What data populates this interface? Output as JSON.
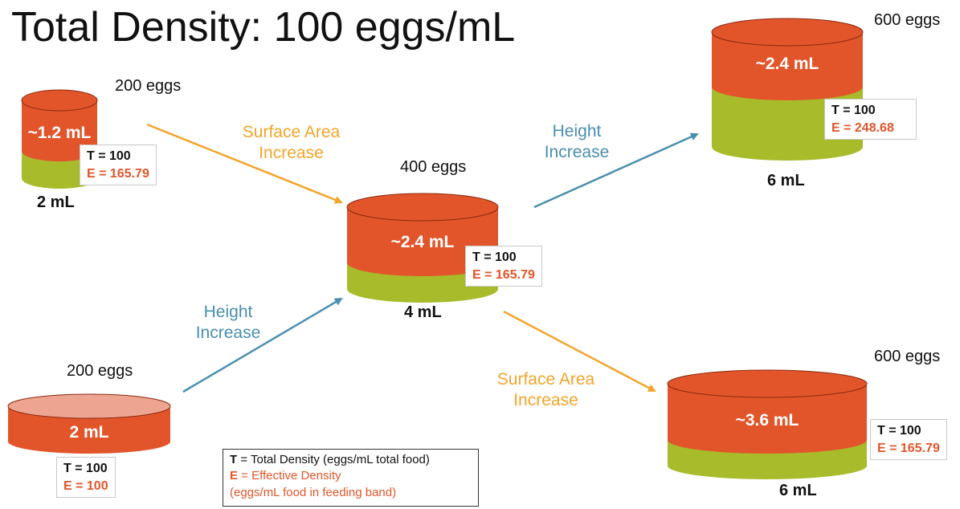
{
  "title": "Total Density: 100 eggs/mL",
  "containers": {
    "small_tall": {
      "eggs": "200 eggs",
      "inner_label": "~1.2 mL",
      "volume": "2 mL",
      "t": "T = 100",
      "e": "E = 165.79"
    },
    "flat": {
      "eggs": "200 eggs",
      "inner_label": "2 mL",
      "volume": "",
      "t": "T = 100",
      "e": "E = 100"
    },
    "middle": {
      "eggs": "400 eggs",
      "inner_label": "~2.4 mL",
      "volume": "4 mL",
      "t": "T = 100",
      "e": "E = 165.79"
    },
    "tall_large": {
      "eggs": "600 eggs",
      "inner_label": "~2.4 mL",
      "volume": "6 mL",
      "t": "T =  100",
      "e": "E = 248.68"
    },
    "wide_large": {
      "eggs": "600 eggs",
      "inner_label": "~3.6 mL",
      "volume": "6 mL",
      "t": "T = 100",
      "e": "E = 165.79"
    }
  },
  "arrows": {
    "small_to_middle": {
      "line1": "Surface Area",
      "line2": "Increase"
    },
    "flat_to_middle": {
      "line1": "Height",
      "line2": "Increase"
    },
    "middle_to_tall": {
      "line1": "Height",
      "line2": "Increase"
    },
    "middle_to_wide": {
      "line1": "Surface Area",
      "line2": "Increase"
    }
  },
  "legend": {
    "t_key": "T",
    "t_text": " = Total Density (eggs/mL total food)",
    "e_key": "E",
    "e_text": " = Effective Density",
    "e_sub": "(eggs/mL food in feeding band)"
  },
  "colors": {
    "food_orange": "#e2552a",
    "food_green": "#a8bb2b",
    "arrow_orange": "#f2a52a",
    "arrow_blue": "#4a8fb0"
  }
}
